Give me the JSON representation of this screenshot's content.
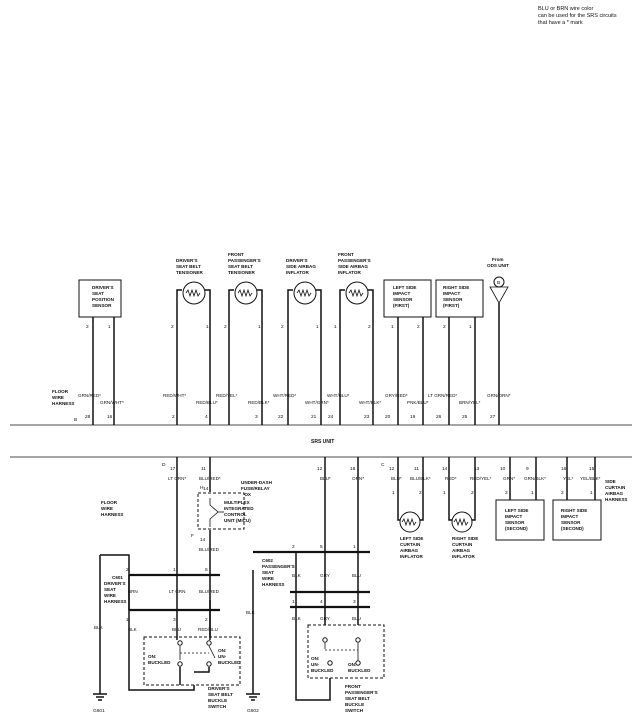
{
  "note": [
    "BLU or BRN wire color",
    "can be used for the SRS circuits",
    "that have a * mark"
  ],
  "srs_unit": "SRS UNIT",
  "harness_left_top": [
    "FLOOR",
    "WIRE",
    "HARNESS"
  ],
  "harness_left_bottom": [
    "FLOOR",
    "WIRE",
    "HARNESS"
  ],
  "harness_right_bottom": [
    "SIDE",
    "CURTAIN",
    "AIRBAG",
    "HARNESS"
  ],
  "from_ods": [
    "From",
    "ODS UNIT"
  ],
  "connector_b": "B",
  "connector_c": "C",
  "connector_d": "D",
  "top_components": {
    "seat_position_sensor": [
      "DRIVER'S",
      "SEAT",
      "POSITION",
      "SENSOR"
    ],
    "driver_tensioner": [
      "DRIVER'S",
      "SEAT BELT",
      "TENSIONER"
    ],
    "front_pass_tensioner": [
      "FRONT",
      "PASSENGER'S",
      "SEAT BELT",
      "TENSIONER"
    ],
    "driver_side_inflator": [
      "DRIVER'S",
      "SIDE AIRBAG",
      "INFLATOR"
    ],
    "pass_side_inflator": [
      "FRONT",
      "PASSENGER'S",
      "SIDE AIRBAG",
      "INFLATOR"
    ],
    "left_impact_first": [
      "LEFT SIDE",
      "IMPACT",
      "SENSOR",
      "(FIRST)"
    ],
    "right_impact_first": [
      "RIGHT SIDE",
      "IMPACT",
      "SENSOR",
      "(FIRST)"
    ]
  },
  "top_pin_numbers": [
    "2",
    "1",
    "2",
    "1",
    "2",
    "1",
    "1",
    "2",
    "1",
    "2",
    "2",
    "1",
    "2",
    "1"
  ],
  "top_wire_colors": [
    "GRN/RED*",
    "GRN/WHT*",
    "RED/WHT*",
    "RED/BLU*",
    "RED/YEL*",
    "RED/BLK*",
    "WHT/RED*",
    "WHT/GRN*",
    "WHT/BLU*",
    "WHT/BLK*",
    "GRY/RED*",
    "PNK/BLU*",
    "LT GRN/RED*",
    "BRN/YEL*",
    "GRN/ORN*"
  ],
  "srs_top_pins": [
    "28",
    "16",
    "2",
    "4",
    "3",
    "22",
    "21",
    "24",
    "23",
    "20",
    "19",
    "26",
    "25",
    "27"
  ],
  "srs_bottom_pins": [
    "17",
    "11",
    "12",
    "18",
    "12",
    "11",
    "14",
    "13",
    "10",
    "9",
    "16",
    "15"
  ],
  "bottom_wire_colors": [
    "LT GRN*",
    "BLU/RED*",
    "BLU*",
    "ORN*",
    "BLU*",
    "BLU/BLK*",
    "RED*",
    "RED/YEL*",
    "GRN*",
    "GRN/BLK*",
    "YEL*",
    "YEL/BLK*"
  ],
  "fuse_box": [
    "UNDER-DASH",
    "FUSE/RELAY",
    "BOX"
  ],
  "micu": [
    "MULTIPLEX",
    "INTEGRATED",
    "CONTROL",
    "UNIT (MICU)"
  ],
  "micu_pins": {
    "h": "H",
    "h_pin": "14",
    "f": "F",
    "f_pin": "14"
  },
  "micu_out": "BLU/RED",
  "c601": [
    "C601",
    "DRIVER'S",
    "SEAT",
    "WIRE",
    "HARNESS"
  ],
  "c601_pins": [
    "2",
    "1",
    "6",
    "1",
    "3",
    "2"
  ],
  "c601_colors": [
    "BRN",
    "LT GRN",
    "BLU/RED",
    "BLK",
    "BLU",
    "RED/BLU"
  ],
  "c602": [
    "C602",
    "PASSENGER'S",
    "SEAT",
    "WIRE",
    "HARNESS"
  ],
  "c602_pins": [
    "2",
    "5",
    "1",
    "4",
    "3"
  ],
  "c602_colors": [
    "BLK",
    "GRY",
    "BLU",
    "BLK",
    "GRY",
    "BLU"
  ],
  "left_lower_blk": "BLK",
  "mid_lower_blk": "BLK",
  "driver_buckle": {
    "on_buckled": [
      "ON:",
      "BUCKLED"
    ],
    "on_unbuckled": [
      "ON:",
      "UN-",
      "BUCKLED"
    ],
    "name": [
      "DRIVER'S",
      "SEAT BELT",
      "BUCKLE",
      "SWITCH"
    ]
  },
  "pass_buckle": {
    "on_unbuckled": [
      "ON:",
      "UN-",
      "BUCKLED"
    ],
    "on_buckled": [
      "ON:",
      "BUCKLED"
    ],
    "name": [
      "FRONT",
      "PASSENGER'S",
      "SEAT BELT",
      "BUCKLE",
      "SWITCH"
    ]
  },
  "grounds": [
    "G601",
    "G602"
  ],
  "left_curtain": [
    "LEFT SIDE",
    "CURTAIN",
    "AIRBAG",
    "INFLATOR"
  ],
  "right_curtain": [
    "RIGHT SIDE",
    "CURTAIN",
    "AIRBAG",
    "INFLATOR"
  ],
  "left_impact_second": [
    "LEFT SIDE",
    "IMPACT",
    "SENSOR",
    "(SECOND)"
  ],
  "right_impact_second": [
    "RIGHT SIDE",
    "IMPACT",
    "SENSOR",
    "(SECOND)"
  ],
  "bottom_pin_pairs": [
    "1",
    "2",
    "1",
    "2",
    "2",
    "1",
    "2",
    "1"
  ]
}
